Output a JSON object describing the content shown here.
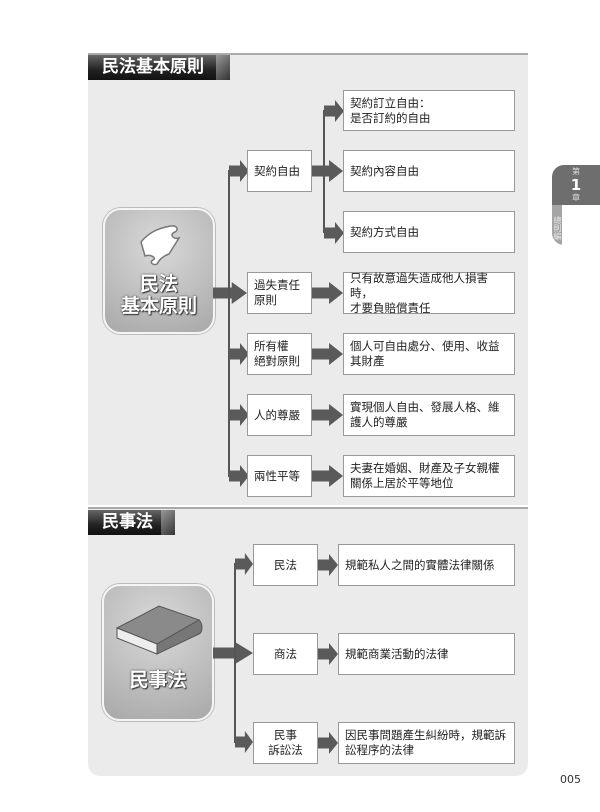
{
  "section1": {
    "title": "民法基本原則",
    "center_label_line1": "民法",
    "center_label_line2": "基本原則",
    "center_icon": "scroll-icon",
    "branches": [
      {
        "label": "契約自由",
        "children": [
          "契約訂立自由：\n是否訂約的自由",
          "契約內容自由",
          "契約方式自由"
        ]
      },
      {
        "label": "過失責任\n原則",
        "children": [
          "只有故意過失造成他人損害時，\n才要負賠償責任"
        ]
      },
      {
        "label": "所有權\n絕對原則",
        "children": [
          "個人可自由處分、使用、收益\n其財產"
        ]
      },
      {
        "label": "人的尊嚴",
        "children": [
          "實現個人自由、發展人格、維\n護人的尊嚴"
        ]
      },
      {
        "label": "兩性平等",
        "children": [
          "夫妻在婚姻、財產及子女親權\n關係上居於平等地位"
        ]
      }
    ]
  },
  "section2": {
    "title": "民事法",
    "center_label": "民事法",
    "center_icon": "book-icon",
    "branches": [
      {
        "label": "民法",
        "child": "規範私人之間的實體法律關係"
      },
      {
        "label": "商法",
        "child": "規範商業活動的法律"
      },
      {
        "label": "民事\n訴訟法",
        "child": "因民事問題產生糾紛時，規範訴\n訟程序的法律"
      }
    ]
  },
  "side_tab": {
    "prefix": "第",
    "number": "1",
    "suffix": "章",
    "part": "總則編"
  },
  "page_number": "005"
}
